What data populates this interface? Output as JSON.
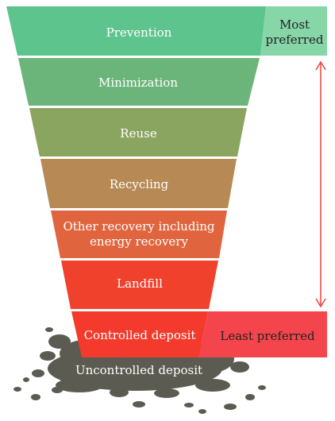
{
  "levels": [
    {
      "label": "Prevention",
      "color": "#5ec48d"
    },
    {
      "label": "Minimization",
      "color": "#6cb57a"
    },
    {
      "label": "Reuse",
      "color": "#8aa560"
    },
    {
      "label": "Recycling",
      "color": "#b78a55"
    },
    {
      "label": "Other recovery including\nenergy recovery",
      "color": "#e0653f"
    },
    {
      "label": "Landfill",
      "color": "#f0412c"
    },
    {
      "label": "Controlled deposit",
      "color": "#f33a2c"
    }
  ],
  "uncontrolled": {
    "label": "Uncontrolled deposit",
    "color": "#5b5b52"
  },
  "most_preferred": {
    "label": "Most\npreferred",
    "color": "#86d6a8"
  },
  "least_preferred": {
    "label": "Least preferred",
    "color": "#f5454c"
  },
  "arrow_color": "#e8463f"
}
